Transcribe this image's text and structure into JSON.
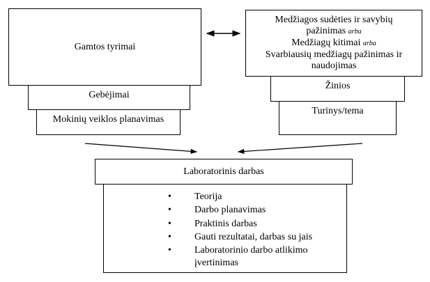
{
  "left": {
    "title": "Gamtos tyrimai",
    "level2": "Gebėjimai",
    "level3": "Mokinių veiklos planavimas"
  },
  "right": {
    "lines": [
      "Medžiagos sudėties ir savybių",
      "pažinimas",
      "Medžiagų kitimai",
      "Svarbiausių medžiagų pažinimas ir",
      "naudojimas"
    ],
    "arba": "arba",
    "level2": "Žinios",
    "level3": "Turinys/tema"
  },
  "bottom": {
    "title": "Laboratorinis darbas",
    "items": [
      "Teorija",
      "Darbo planavimas",
      "Praktinis darbas",
      "Gauti rezultatai, darbas su jais",
      "Laboratorinio darbo atlikimo",
      "įvertinimas"
    ]
  }
}
